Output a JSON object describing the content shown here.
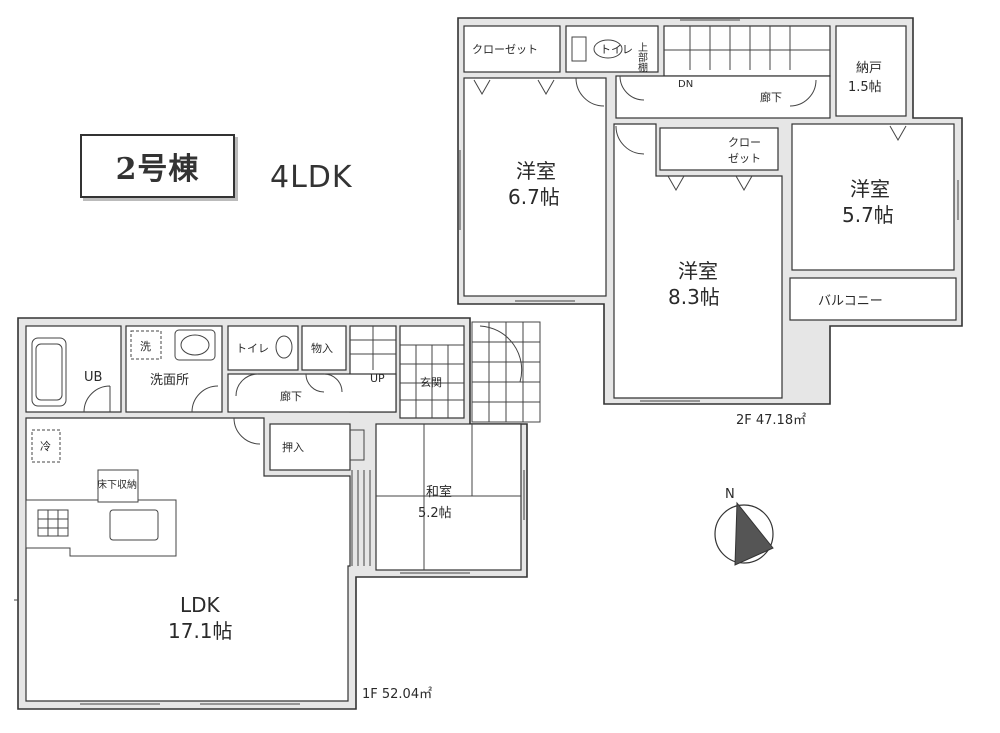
{
  "header": {
    "building": "2号棟",
    "plan_type": "4LDK"
  },
  "first_floor": {
    "area": "1F  52.04㎡",
    "rooms": {
      "ub": "UB",
      "washroom": "洗面所",
      "washer": "洗",
      "toilet": "トイレ",
      "storage": "物入",
      "up": "UP",
      "entrance": "玄関",
      "hallway": "廊下",
      "fridge": "冷",
      "closet": "押入",
      "underfloor": "床下収納",
      "washitsu": "和室",
      "washitsu_size": "5.2帖",
      "ldk": "LDK",
      "ldk_size": "17.1帖"
    }
  },
  "second_floor": {
    "area": "2F  47.18㎡",
    "rooms": {
      "closet_top": "クローゼット",
      "toilet": "トイレ",
      "upper_storage": "上部棚",
      "dn": "DN",
      "hallway": "廊下",
      "nando": "納戸",
      "nando_size": "1.5帖",
      "yoshitsu_a": "洋室",
      "yoshitsu_a_size": "6.7帖",
      "closet_mid_1": "クロー",
      "closet_mid_2": "ゼット",
      "yoshitsu_b": "洋室",
      "yoshitsu_b_size": "8.3帖",
      "yoshitsu_c": "洋室",
      "yoshitsu_c_size": "5.7帖",
      "balcony": "バルコニー"
    }
  },
  "compass": {
    "north": "N"
  }
}
